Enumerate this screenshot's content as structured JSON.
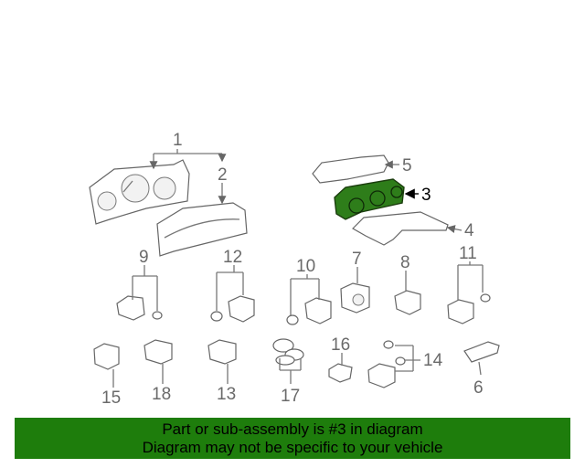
{
  "diagram": {
    "part_labels": [
      "1",
      "2",
      "3",
      "4",
      "5",
      "6",
      "7",
      "8",
      "9",
      "10",
      "11",
      "12",
      "13",
      "14",
      "15",
      "16",
      "17",
      "18"
    ],
    "highlighted_part": "3",
    "highlight_color": "#2e7d1a"
  },
  "footer": {
    "line1": "Part or sub-assembly is #3 in diagram",
    "line2": "Diagram may not be specific to your vehicle",
    "background": "#1e7d0c"
  }
}
